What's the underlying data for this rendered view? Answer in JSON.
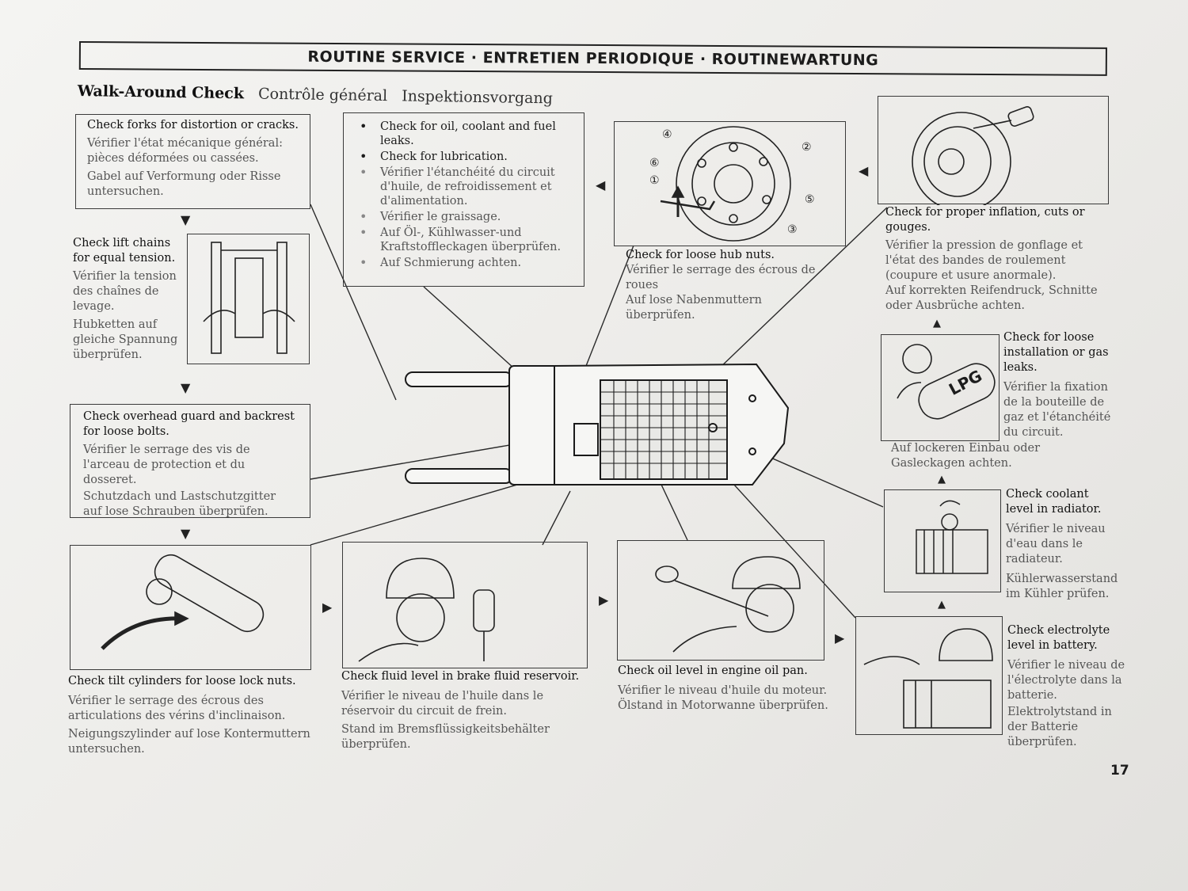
{
  "header": {
    "title": "ROUTINE SERVICE · ENTRETIEN PERIODIQUE · ROUTINEWARTUNG"
  },
  "subtitle": {
    "en": "Walk-Around Check",
    "fr": "Contrôle général",
    "de": "Inspektionsvorgang"
  },
  "forks": {
    "en": "Check forks for distortion or cracks.",
    "fr": "Vérifier l'état mécanique général: pièces déformées ou cassées.",
    "de": "Gabel auf Verformung oder Risse untersuchen."
  },
  "fluids": {
    "items_en": [
      "Check for oil, coolant and fuel leaks.",
      "Check for lubrication."
    ],
    "items_other": [
      "Vérifier l'étanchéité du circuit d'huile, de refroidissement et d'alimentation.",
      "Vérifier le graissage.",
      "Auf Öl-, Kühlwasser-und Kraftstoffleckagen überprüfen.",
      "Auf Schmierung achten."
    ]
  },
  "hub": {
    "en": "Check for loose hub nuts.",
    "fr": "Vérifier le serrage des écrous de roues",
    "de": "Auf lose Nabenmuttern überprüfen.",
    "nut_labels": [
      "④",
      "②",
      "⑥",
      "①",
      "⑤",
      "③"
    ]
  },
  "tire": {
    "en": "Check for proper inflation, cuts or gouges.",
    "fr": "Vérifier la pression de gonflage et l'état des bandes de roulement (coupure et usure anormale).",
    "de": "Auf korrekten Reifendruck, Schnitte oder Ausbrüche achten."
  },
  "chains": {
    "en": "Check lift chains for equal tension.",
    "fr": "Vérifier la tension des chaînes de levage.",
    "de": "Hubketten auf gleiche Spannung überprüfen."
  },
  "lpg": {
    "en": "Check for loose installation or gas leaks.",
    "fr": "Vérifier la fixation de la bouteille de gaz et l'étanchéité du circuit.",
    "de": "Auf lockeren Einbau oder Gasleckagen achten.",
    "tank_label": "LPG"
  },
  "guard": {
    "en": "Check overhead guard and backrest for loose bolts.",
    "fr": "Vérifier le serrage des vis de l'arceau de protection et du dosseret.",
    "de": "Schutzdach und Lastschutzgitter auf lose Schrauben überprüfen."
  },
  "coolant": {
    "en": "Check coolant level in radiator.",
    "fr": "Vérifier le niveau d'eau dans le radiateur.",
    "de": "Kühlerwasserstand im Kühler prüfen."
  },
  "tilt": {
    "en": "Check tilt cylinders for loose lock nuts.",
    "fr": "Vérifier le serrage des écrous des articulations des vérins d'inclinaison.",
    "de": "Neigungszylinder auf lose Kontermuttern untersuchen."
  },
  "brake": {
    "en": "Check fluid level in brake fluid reservoir.",
    "fr": "Vérifier le niveau de l'huile dans le réservoir du circuit de frein.",
    "de": "Stand im Bremsflüssigkeitsbehälter überprüfen."
  },
  "oil": {
    "en": "Check oil level in engine oil pan.",
    "fr": "Vérifier le niveau d'huile du moteur.",
    "de": "Ölstand in Motorwanne überprüfen."
  },
  "battery": {
    "en": "Check electrolyte level in battery.",
    "fr": "Vérifier le niveau de l'électrolyte dans la batterie.",
    "de": "Elektrolytstand in der Batterie überprüfen."
  },
  "page_number": "17"
}
